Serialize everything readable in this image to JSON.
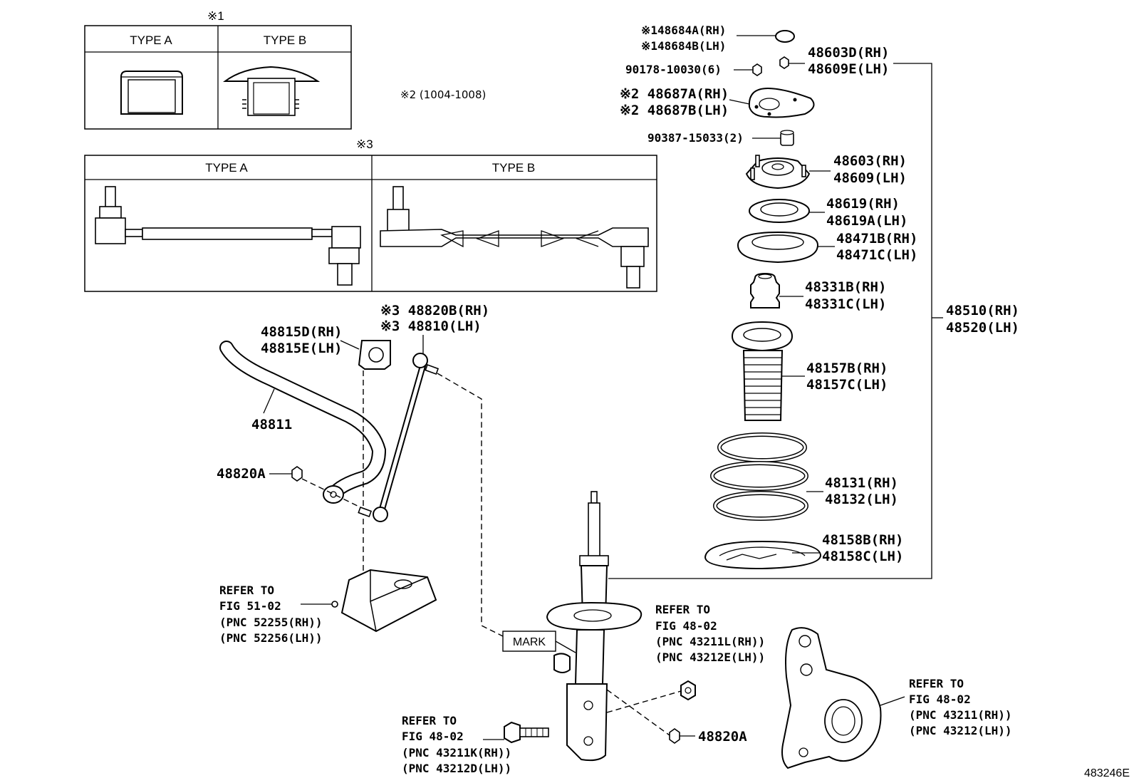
{
  "tables": {
    "t1": {
      "mark": "※1",
      "col_a": "TYPE A",
      "col_b": "TYPE B"
    },
    "t3": {
      "mark": "※3",
      "col_a": "TYPE A",
      "col_b": "TYPE B"
    }
  },
  "note2": "※2 (1004-1008)",
  "labels": {
    "p48684_rh": "※148684A(RH)",
    "p48684_lh": "※148684B(LH)",
    "p90178": "90178-10030(6)",
    "p48603d": "48603D(RH)",
    "p48609e": "48609E(LH)",
    "p48687a": "※2 48687A(RH)",
    "p48687b": "※2 48687B(LH)",
    "p90387": "90387-15033(2)",
    "p48603": "48603(RH)",
    "p48609": "48609(LH)",
    "p48619": "48619(RH)",
    "p48619a": "48619A(LH)",
    "p48471b": "48471B(RH)",
    "p48471c": "48471C(LH)",
    "p48331b": "48331B(RH)",
    "p48331c": "48331C(LH)",
    "p48510": "48510(RH)",
    "p48520": "48520(LH)",
    "p48157b": "48157B(RH)",
    "p48157c": "48157C(LH)",
    "p48131": "48131(RH)",
    "p48132": "48132(LH)",
    "p48158b": "48158B(RH)",
    "p48158c": "48158C(LH)",
    "p48820b": "※3 48820B(RH)",
    "p48810": "※3 48810(LH)",
    "p48815d": "48815D(RH)",
    "p48815e": "48815E(LH)",
    "p48811": "48811",
    "p48820a_left": "48820A",
    "p48820a_right": "48820A",
    "mark": "MARK"
  },
  "refs": {
    "fig51": [
      "REFER TO",
      "FIG 51-02",
      "(PNC 52255(RH))",
      "(PNC 52256(LH))"
    ],
    "fig48_strut": [
      "REFER TO",
      "FIG 48-02",
      "(PNC 43211L(RH))",
      "(PNC 43212E(LH))"
    ],
    "fig48_bolt": [
      "REFER TO",
      "FIG 48-02",
      "(PNC 43211K(RH))",
      "(PNC 43212D(LH))"
    ],
    "fig48_knuckle": [
      "REFER TO",
      "FIG 48-02",
      "(PNC 43211(RH))",
      "(PNC 43212(LH))"
    ]
  },
  "illustration_code": "483246E"
}
